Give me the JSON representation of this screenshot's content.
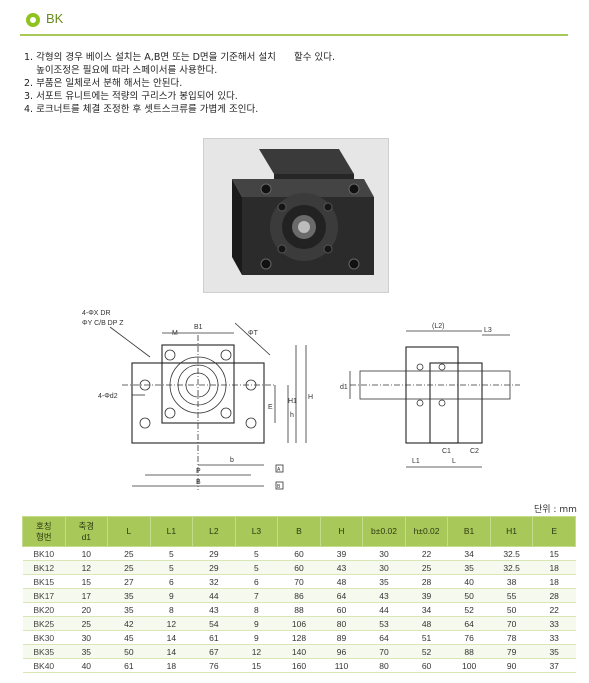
{
  "header": {
    "title": "BK"
  },
  "notes": [
    "1. 각형의 경우 베이스 설치는 A,B면 또는 D면을 기준해서 설치      할수 있다.",
    "    높이조정은 필요에 따라 스페이서를 사용한다.",
    "2. 부품은 일체로서 분해 해서는 안된다.",
    "3. 서포트 유니트에는 적량의 구리스가 봉입되어 있다.",
    "4. 로크너트를 체결 조정한 후 셋트스크류를 가볍게 조인다."
  ],
  "drawing": {
    "callout1": "4-ΦX  DR",
    "callout2": "ΦY  C/B  DP Z",
    "callout3": "4-Φd2",
    "front": {
      "M": "M",
      "B1": "B1",
      "PT": "ΦT",
      "E": "E",
      "h": "h",
      "H1": "H1",
      "H": "H",
      "b": "b",
      "P": "P",
      "B": "B",
      "A": "A",
      "B_ref": "B"
    },
    "side": {
      "L2": "(L2)",
      "L3": "L3",
      "d1": "d1",
      "L1": "L1",
      "L": "L",
      "C1": "C1",
      "C2": "C2"
    }
  },
  "unit_label": "단위 : mm",
  "table": {
    "headers": [
      "호칭\n형번",
      "축경\nd1",
      "L",
      "L1",
      "L2",
      "L3",
      "B",
      "H",
      "b±0.02",
      "h±0.02",
      "B1",
      "H1",
      "E"
    ],
    "rows": [
      [
        "BK10",
        "10",
        "25",
        "5",
        "29",
        "5",
        "60",
        "39",
        "30",
        "22",
        "34",
        "32.5",
        "15"
      ],
      [
        "BK12",
        "12",
        "25",
        "5",
        "29",
        "5",
        "60",
        "43",
        "30",
        "25",
        "35",
        "32.5",
        "18"
      ],
      [
        "BK15",
        "15",
        "27",
        "6",
        "32",
        "6",
        "70",
        "48",
        "35",
        "28",
        "40",
        "38",
        "18"
      ],
      [
        "BK17",
        "17",
        "35",
        "9",
        "44",
        "7",
        "86",
        "64",
        "43",
        "39",
        "50",
        "55",
        "28"
      ],
      [
        "BK20",
        "20",
        "35",
        "8",
        "43",
        "8",
        "88",
        "60",
        "44",
        "34",
        "52",
        "50",
        "22"
      ],
      [
        "BK25",
        "25",
        "42",
        "12",
        "54",
        "9",
        "106",
        "80",
        "53",
        "48",
        "64",
        "70",
        "33"
      ],
      [
        "BK30",
        "30",
        "45",
        "14",
        "61",
        "9",
        "128",
        "89",
        "64",
        "51",
        "76",
        "78",
        "33"
      ],
      [
        "BK35",
        "35",
        "50",
        "14",
        "67",
        "12",
        "140",
        "96",
        "70",
        "52",
        "88",
        "79",
        "35"
      ],
      [
        "BK40",
        "40",
        "61",
        "18",
        "76",
        "15",
        "160",
        "110",
        "80",
        "60",
        "100",
        "90",
        "37"
      ]
    ]
  }
}
